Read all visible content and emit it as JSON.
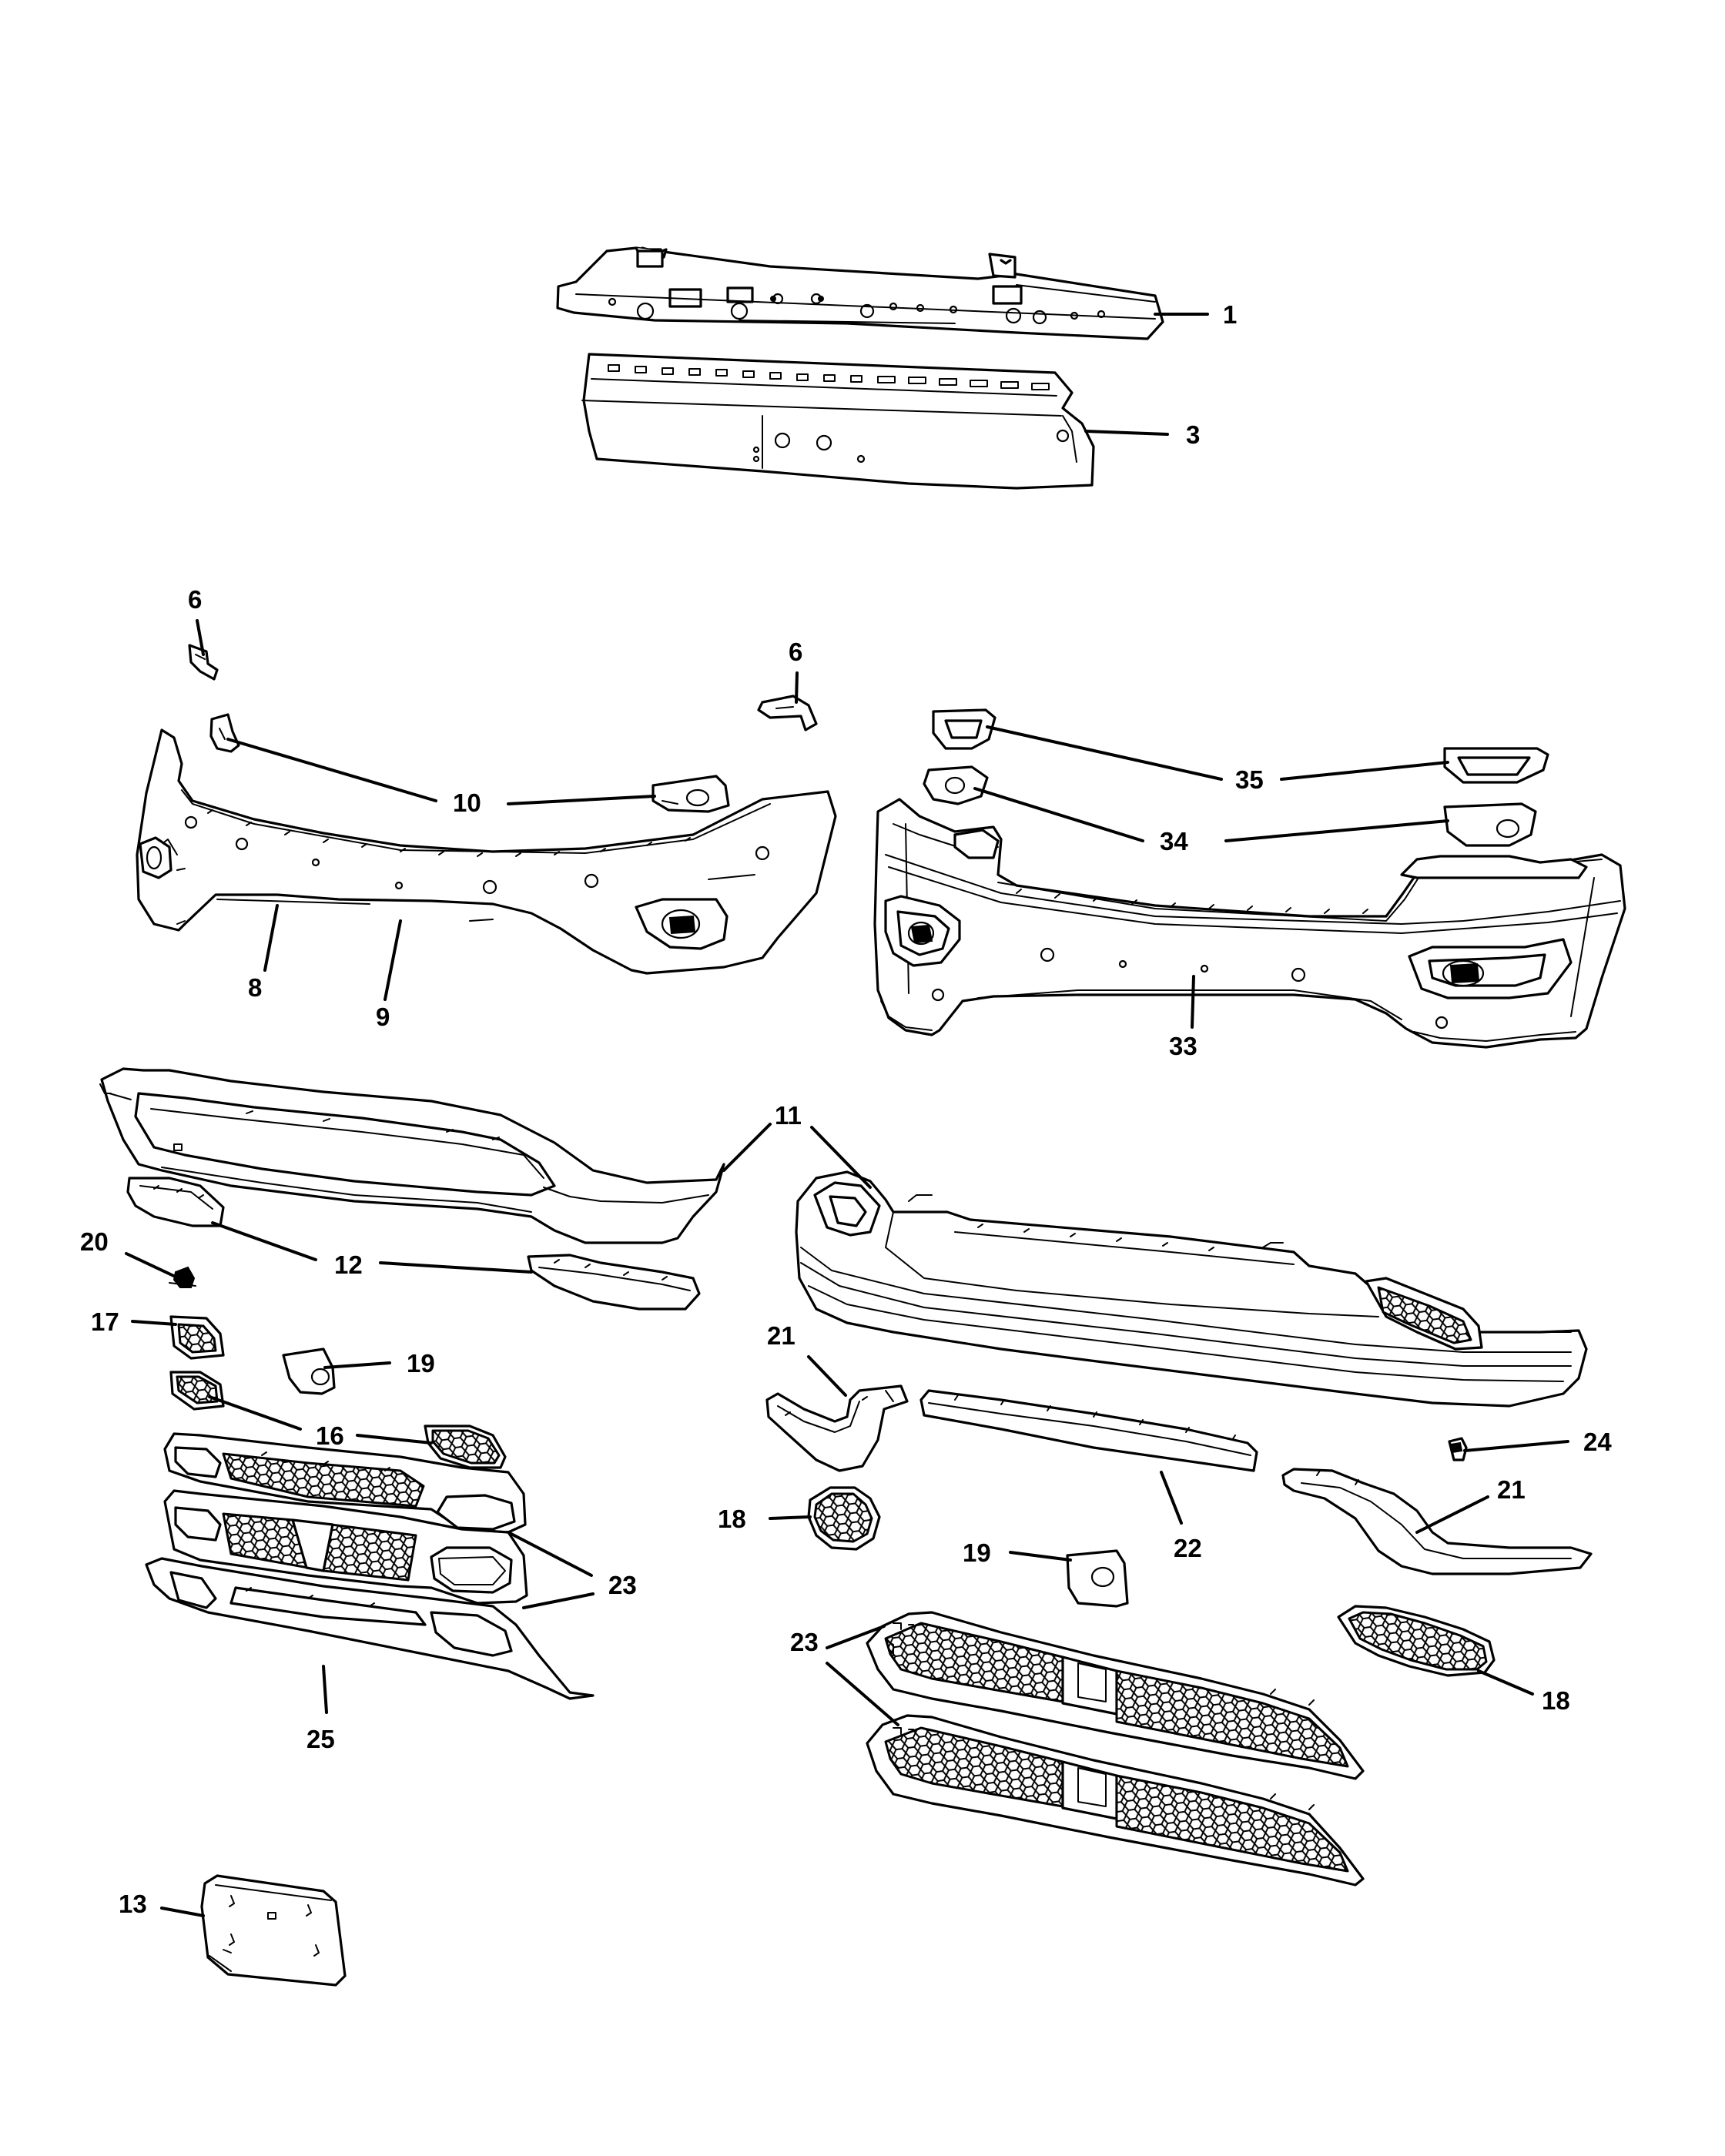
{
  "diagram": {
    "callouts": [
      {
        "id": "c1",
        "label": "1"
      },
      {
        "id": "c3",
        "label": "3"
      },
      {
        "id": "c6a",
        "label": "6"
      },
      {
        "id": "c6b",
        "label": "6"
      },
      {
        "id": "c10",
        "label": "10"
      },
      {
        "id": "c35",
        "label": "35"
      },
      {
        "id": "c34",
        "label": "34"
      },
      {
        "id": "c8",
        "label": "8"
      },
      {
        "id": "c9",
        "label": "9"
      },
      {
        "id": "c33",
        "label": "33"
      },
      {
        "id": "c11",
        "label": "11"
      },
      {
        "id": "c20",
        "label": "20"
      },
      {
        "id": "c12",
        "label": "12"
      },
      {
        "id": "c17",
        "label": "17"
      },
      {
        "id": "c19a",
        "label": "19"
      },
      {
        "id": "c16",
        "label": "16"
      },
      {
        "id": "c21a",
        "label": "21"
      },
      {
        "id": "c24",
        "label": "24"
      },
      {
        "id": "c21b",
        "label": "21"
      },
      {
        "id": "c18a",
        "label": "18"
      },
      {
        "id": "c22",
        "label": "22"
      },
      {
        "id": "c19b",
        "label": "19"
      },
      {
        "id": "c23a",
        "label": "23"
      },
      {
        "id": "c23b",
        "label": "23"
      },
      {
        "id": "c23c",
        "label": "23"
      },
      {
        "id": "c18b",
        "label": "18"
      },
      {
        "id": "c25",
        "label": "25"
      },
      {
        "id": "c13",
        "label": "13"
      }
    ]
  }
}
